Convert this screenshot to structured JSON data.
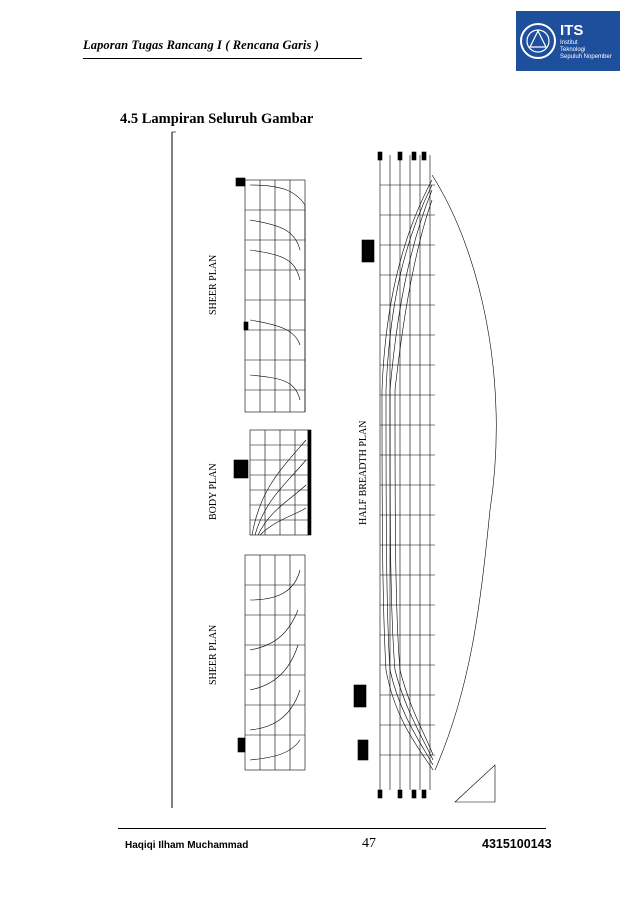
{
  "header": {
    "title": "Laporan Tugas Rancang I ( Rencana Garis )",
    "logo": {
      "icon": "its-logo-icon",
      "brand": "ITS",
      "line1": "Institut",
      "line2": "Teknologi",
      "line3": "Sepuluh Nopember",
      "color": "#1d4f9c"
    }
  },
  "section": {
    "title": "4.5 Lampiran Seluruh Gambar"
  },
  "drawing": {
    "sheer_plan_top": "SHEER PLAN",
    "body_plan": "BODY PLAN",
    "sheer_plan_bottom": "SHEER PLAN",
    "half_breadth_plan": "HALF BREADTH PLAN"
  },
  "footer": {
    "name": "Haqiqi  Ilham  Muchammad",
    "page": "47",
    "nrp": "4315100143"
  }
}
